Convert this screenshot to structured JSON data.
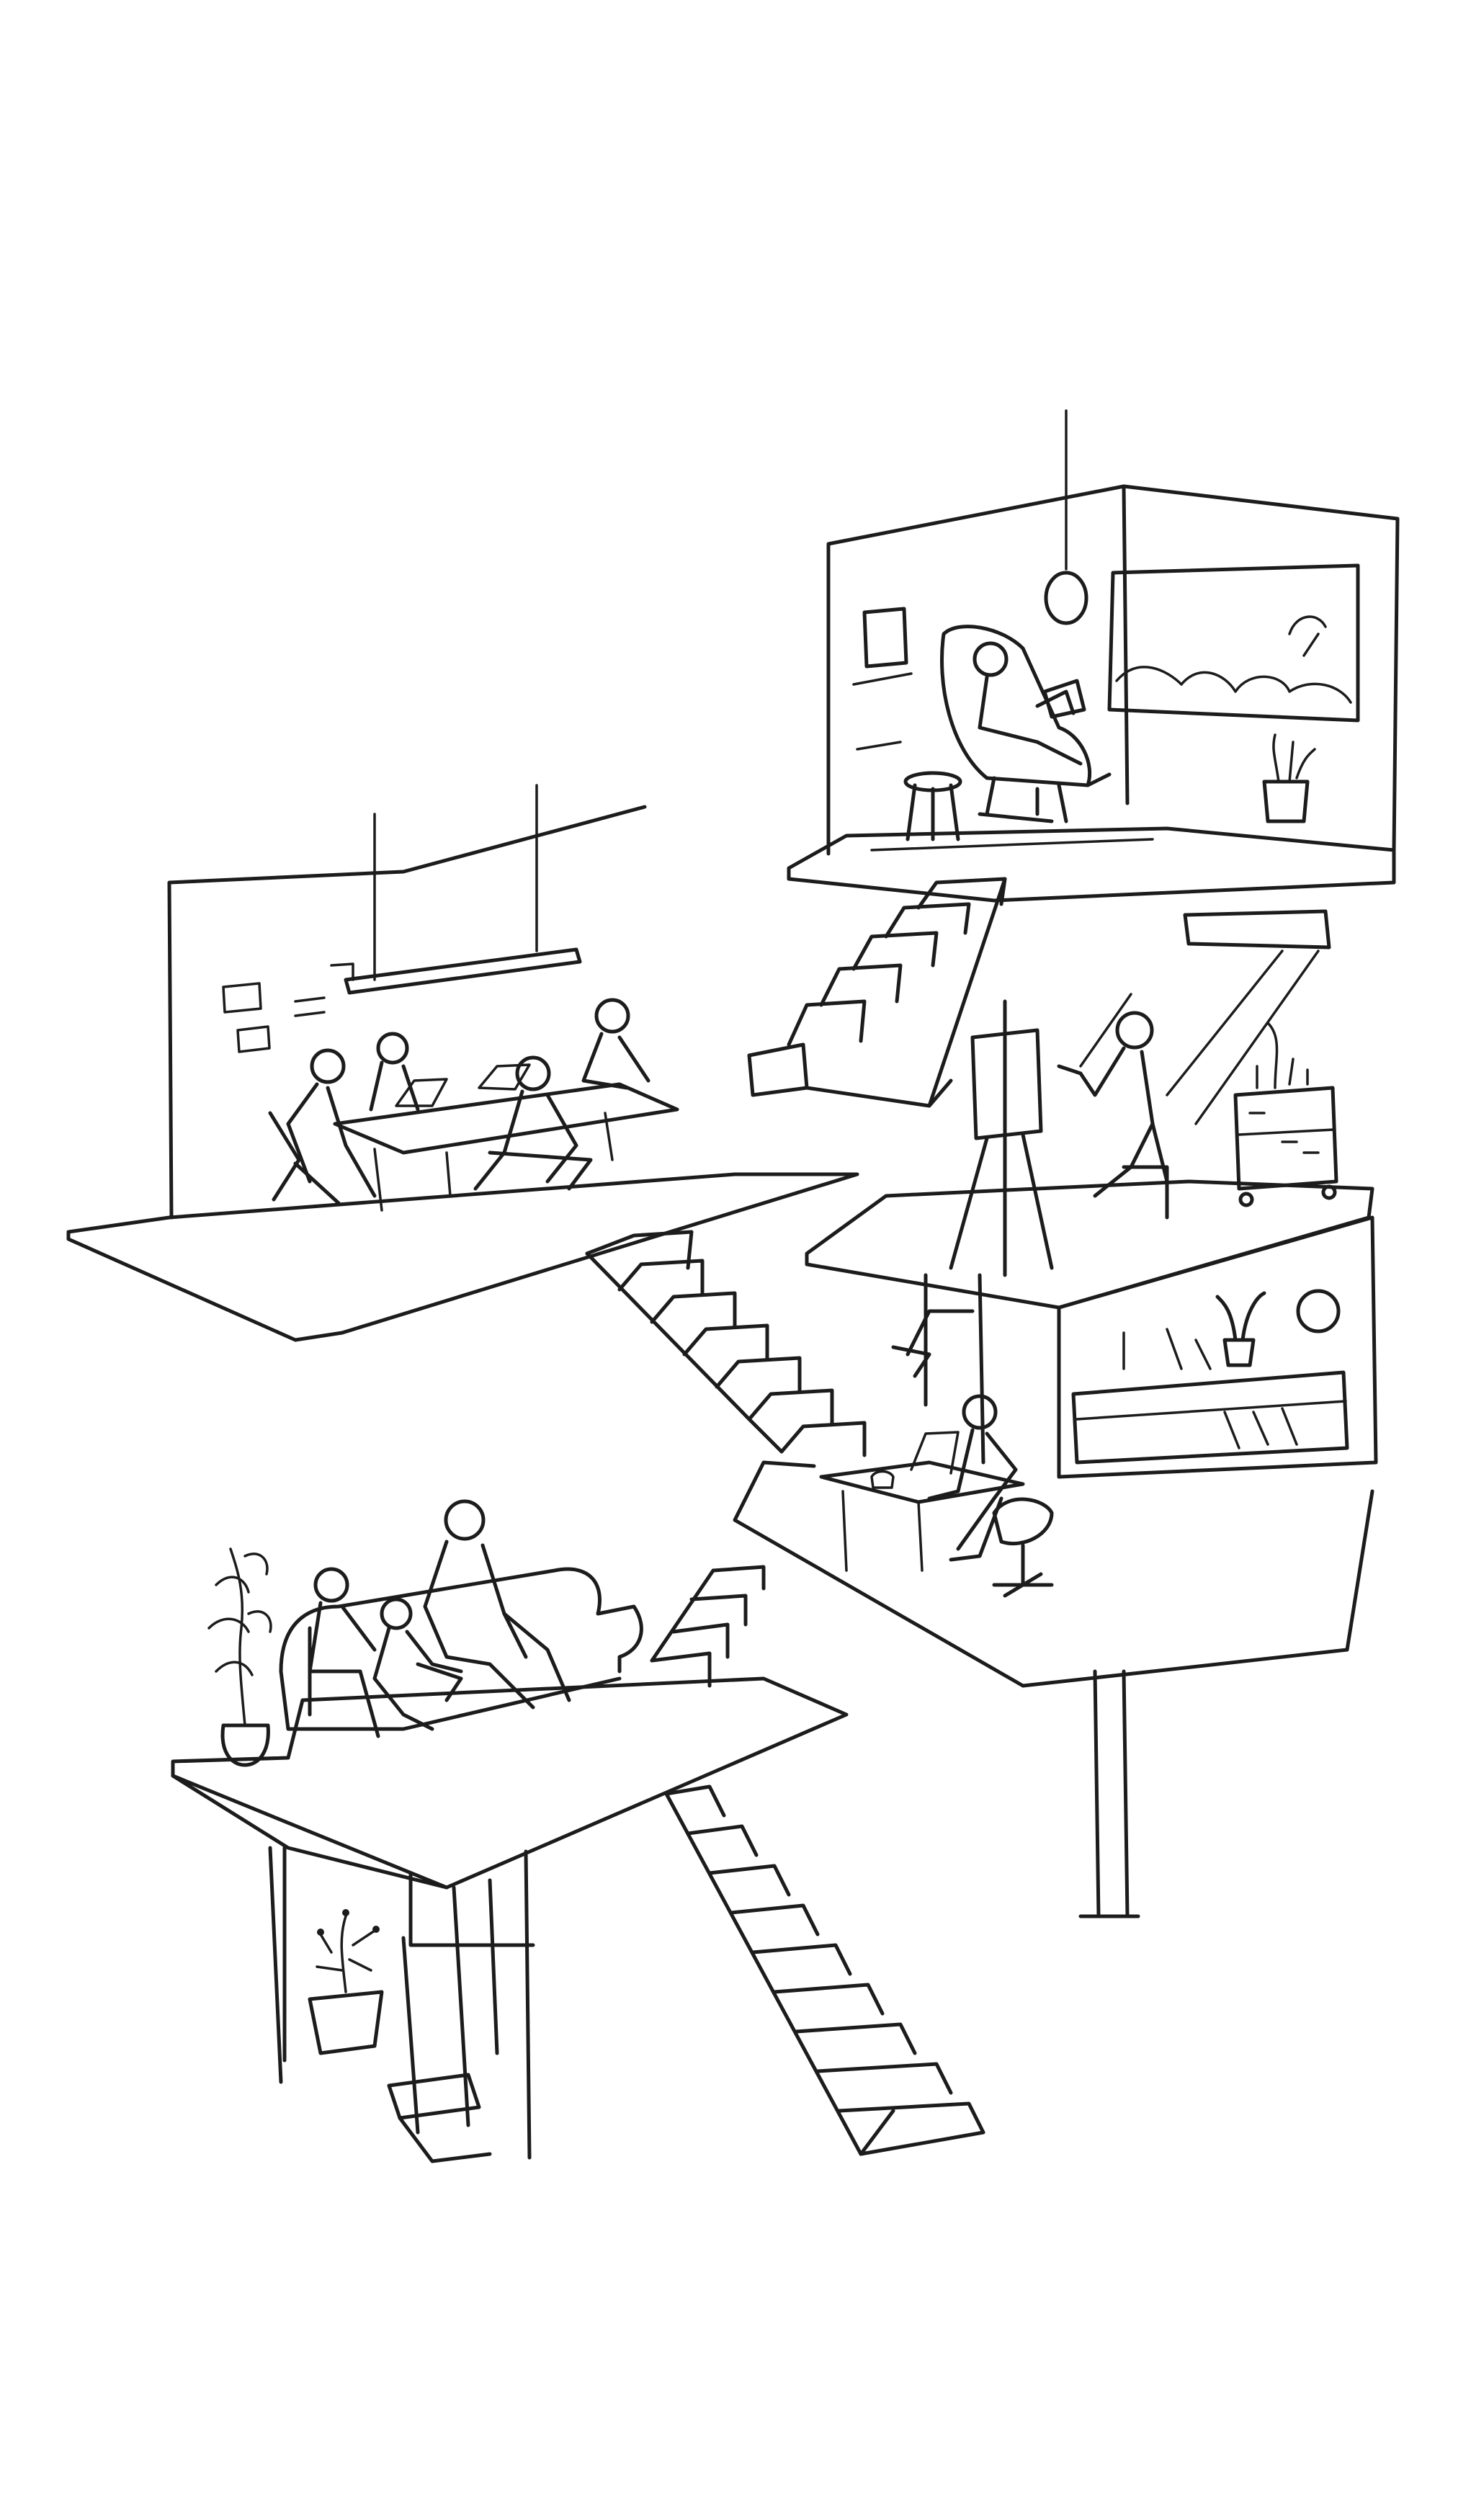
{
  "image": {
    "kind": "pencil line sketch",
    "background_color": "#ffffff",
    "ink_color": "#1c1c1c"
  },
  "scenes": [
    "meeting-room",
    "reading-loft",
    "painting-studio",
    "home-office",
    "living-room-sofa",
    "ground-level-entry"
  ]
}
